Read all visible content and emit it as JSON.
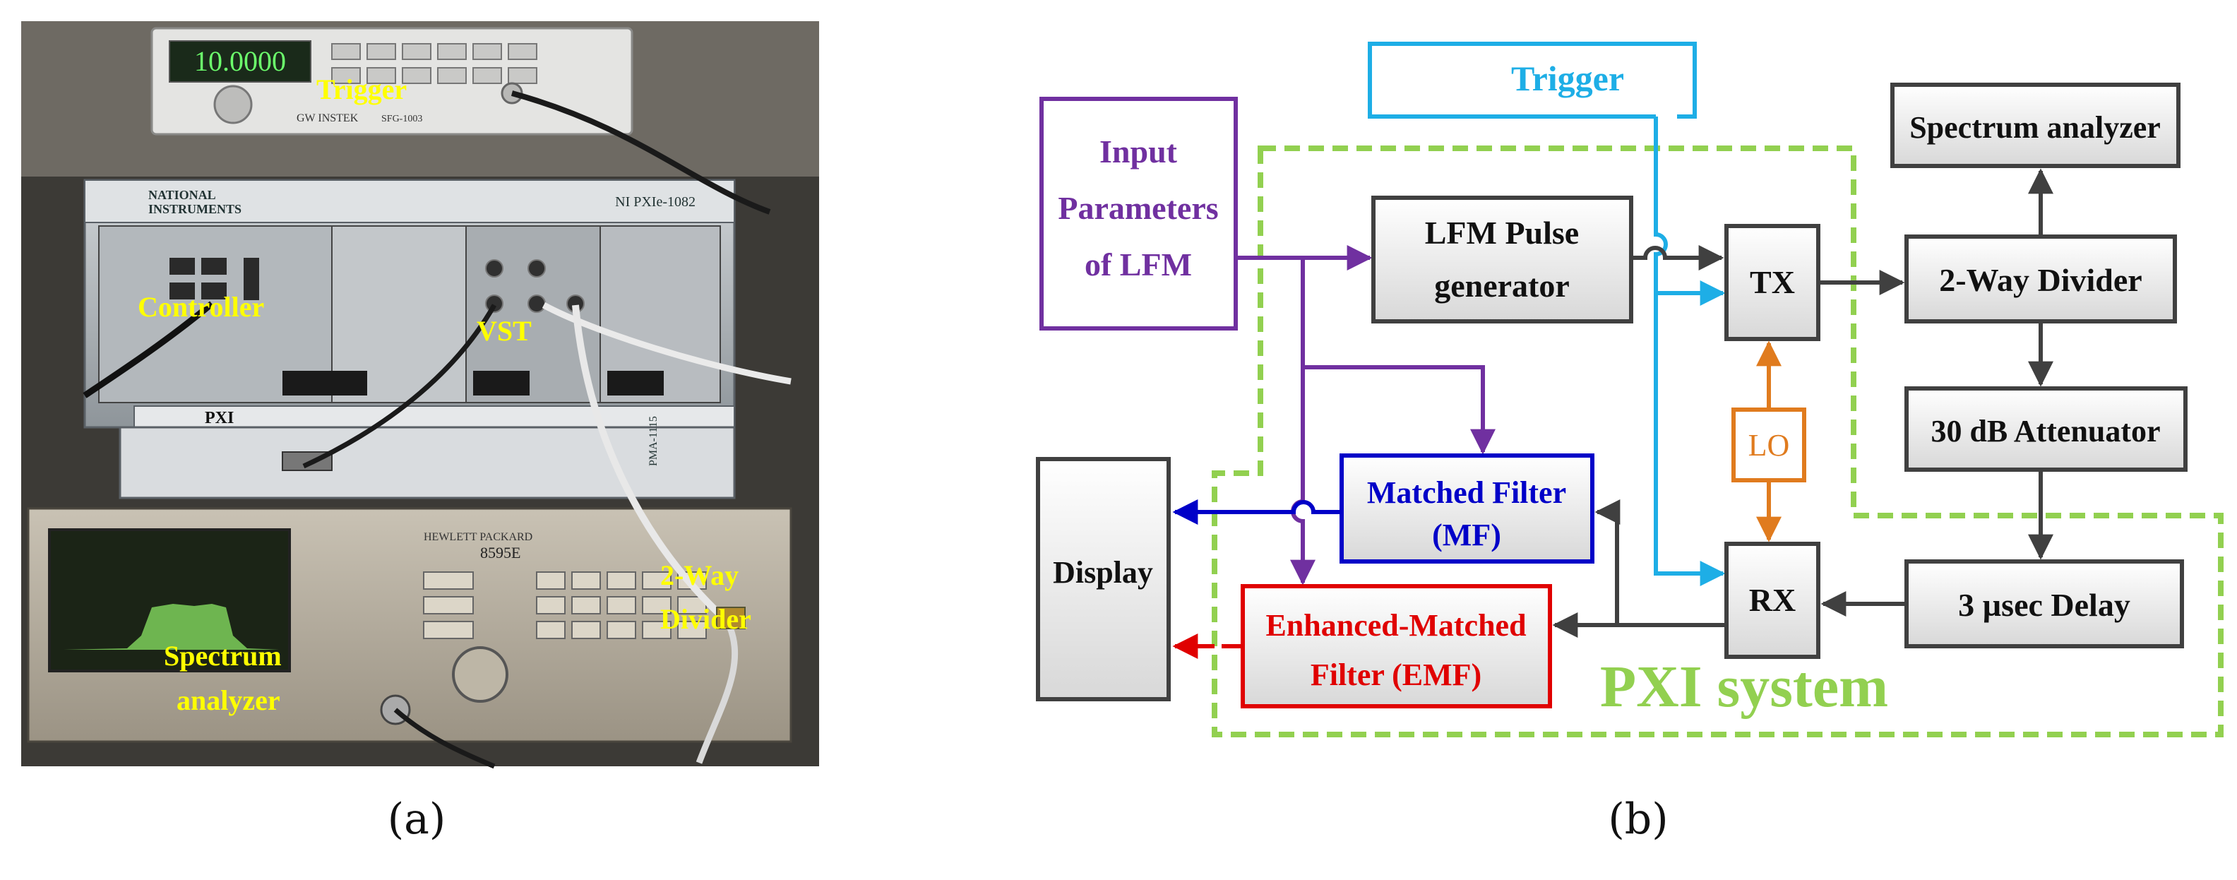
{
  "figure": {
    "panel_a": {
      "caption": "(a)",
      "photo_labels": {
        "trigger": "Trigger",
        "controller": "Controller",
        "vst": "VST",
        "divider_line1": "2-Way",
        "divider_line2": "Divider",
        "analyzer_line1": "Spectrum",
        "analyzer_line2": "analyzer"
      },
      "equipment_text": {
        "generator_display": "10.0000",
        "generator_brand": "GW INSTEK",
        "generator_model": "SFG-1003",
        "chassis_brand_line1": "NATIONAL",
        "chassis_brand_line2": "INSTRUMENTS",
        "chassis_model": "NI PXIe-1082",
        "pxi_logo": "PXI",
        "pma_label": "PMA-1115",
        "analyzer_brand": "HEWLETT PACKARD",
        "analyzer_model": "8595E"
      }
    },
    "panel_b": {
      "caption": "(b)",
      "blocks": {
        "trigger": "Trigger",
        "input_params": [
          "Input",
          "Parameters",
          "of LFM"
        ],
        "lfm_pulse": [
          "LFM Pulse",
          "generator"
        ],
        "tx": "TX",
        "rx": "RX",
        "lo": "LO",
        "spectrum_analyzer": "Spectrum analyzer",
        "two_way_divider": "2-Way Divider",
        "attenuator": "30 dB Attenuator",
        "delay": "3 µsec Delay",
        "matched_filter": [
          "Matched Filter",
          "(MF)"
        ],
        "enhanced_mf": [
          "Enhanced-Matched",
          "Filter (EMF)"
        ],
        "display": "Display",
        "pxi_system": "PXI system"
      },
      "colors": {
        "trigger": "#1eaee6",
        "input": "#7030a0",
        "lo": "#e07b1e",
        "mf": "#0000c8",
        "emf": "#e00000",
        "pxi": "#92d050",
        "block_border": "#404040",
        "arrow_dark": "#404040"
      }
    }
  }
}
